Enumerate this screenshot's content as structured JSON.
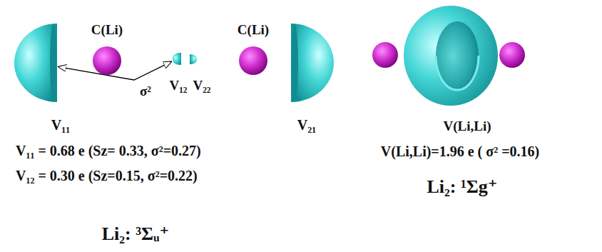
{
  "diagram": {
    "nodes": [
      {
        "text": [
          "V₁₁"
        ]
      },
      {
        "text": [
          "C(Li)"
        ]
      },
      {
        "text": [
          "V₁₂"
        ]
      },
      {
        "text": [
          "V₂₂"
        ]
      },
      {
        "text": [
          "C(Li)"
        ]
      },
      {
        "text": [
          "V₂₁"
        ]
      },
      {
        "text": [
          "V(Li,Li)"
        ]
      }
    ],
    "edges": [
      {
        "from": 0,
        "to": 2,
        "arrow": "both",
        "label": "σ²"
      }
    ],
    "labels": [
      "V₁₁ = 0.68 e (Sz= 0.33, σ²=0.27)",
      "V₁₂ = 0.30 e (Sz=0.15, σ²=0.22)",
      "Li₂: ³Σᵤ⁺",
      "V(Li,Li)=1.96 e ( σ² =0.16)",
      "Li₂: ¹Σg⁺"
    ]
  }
}
